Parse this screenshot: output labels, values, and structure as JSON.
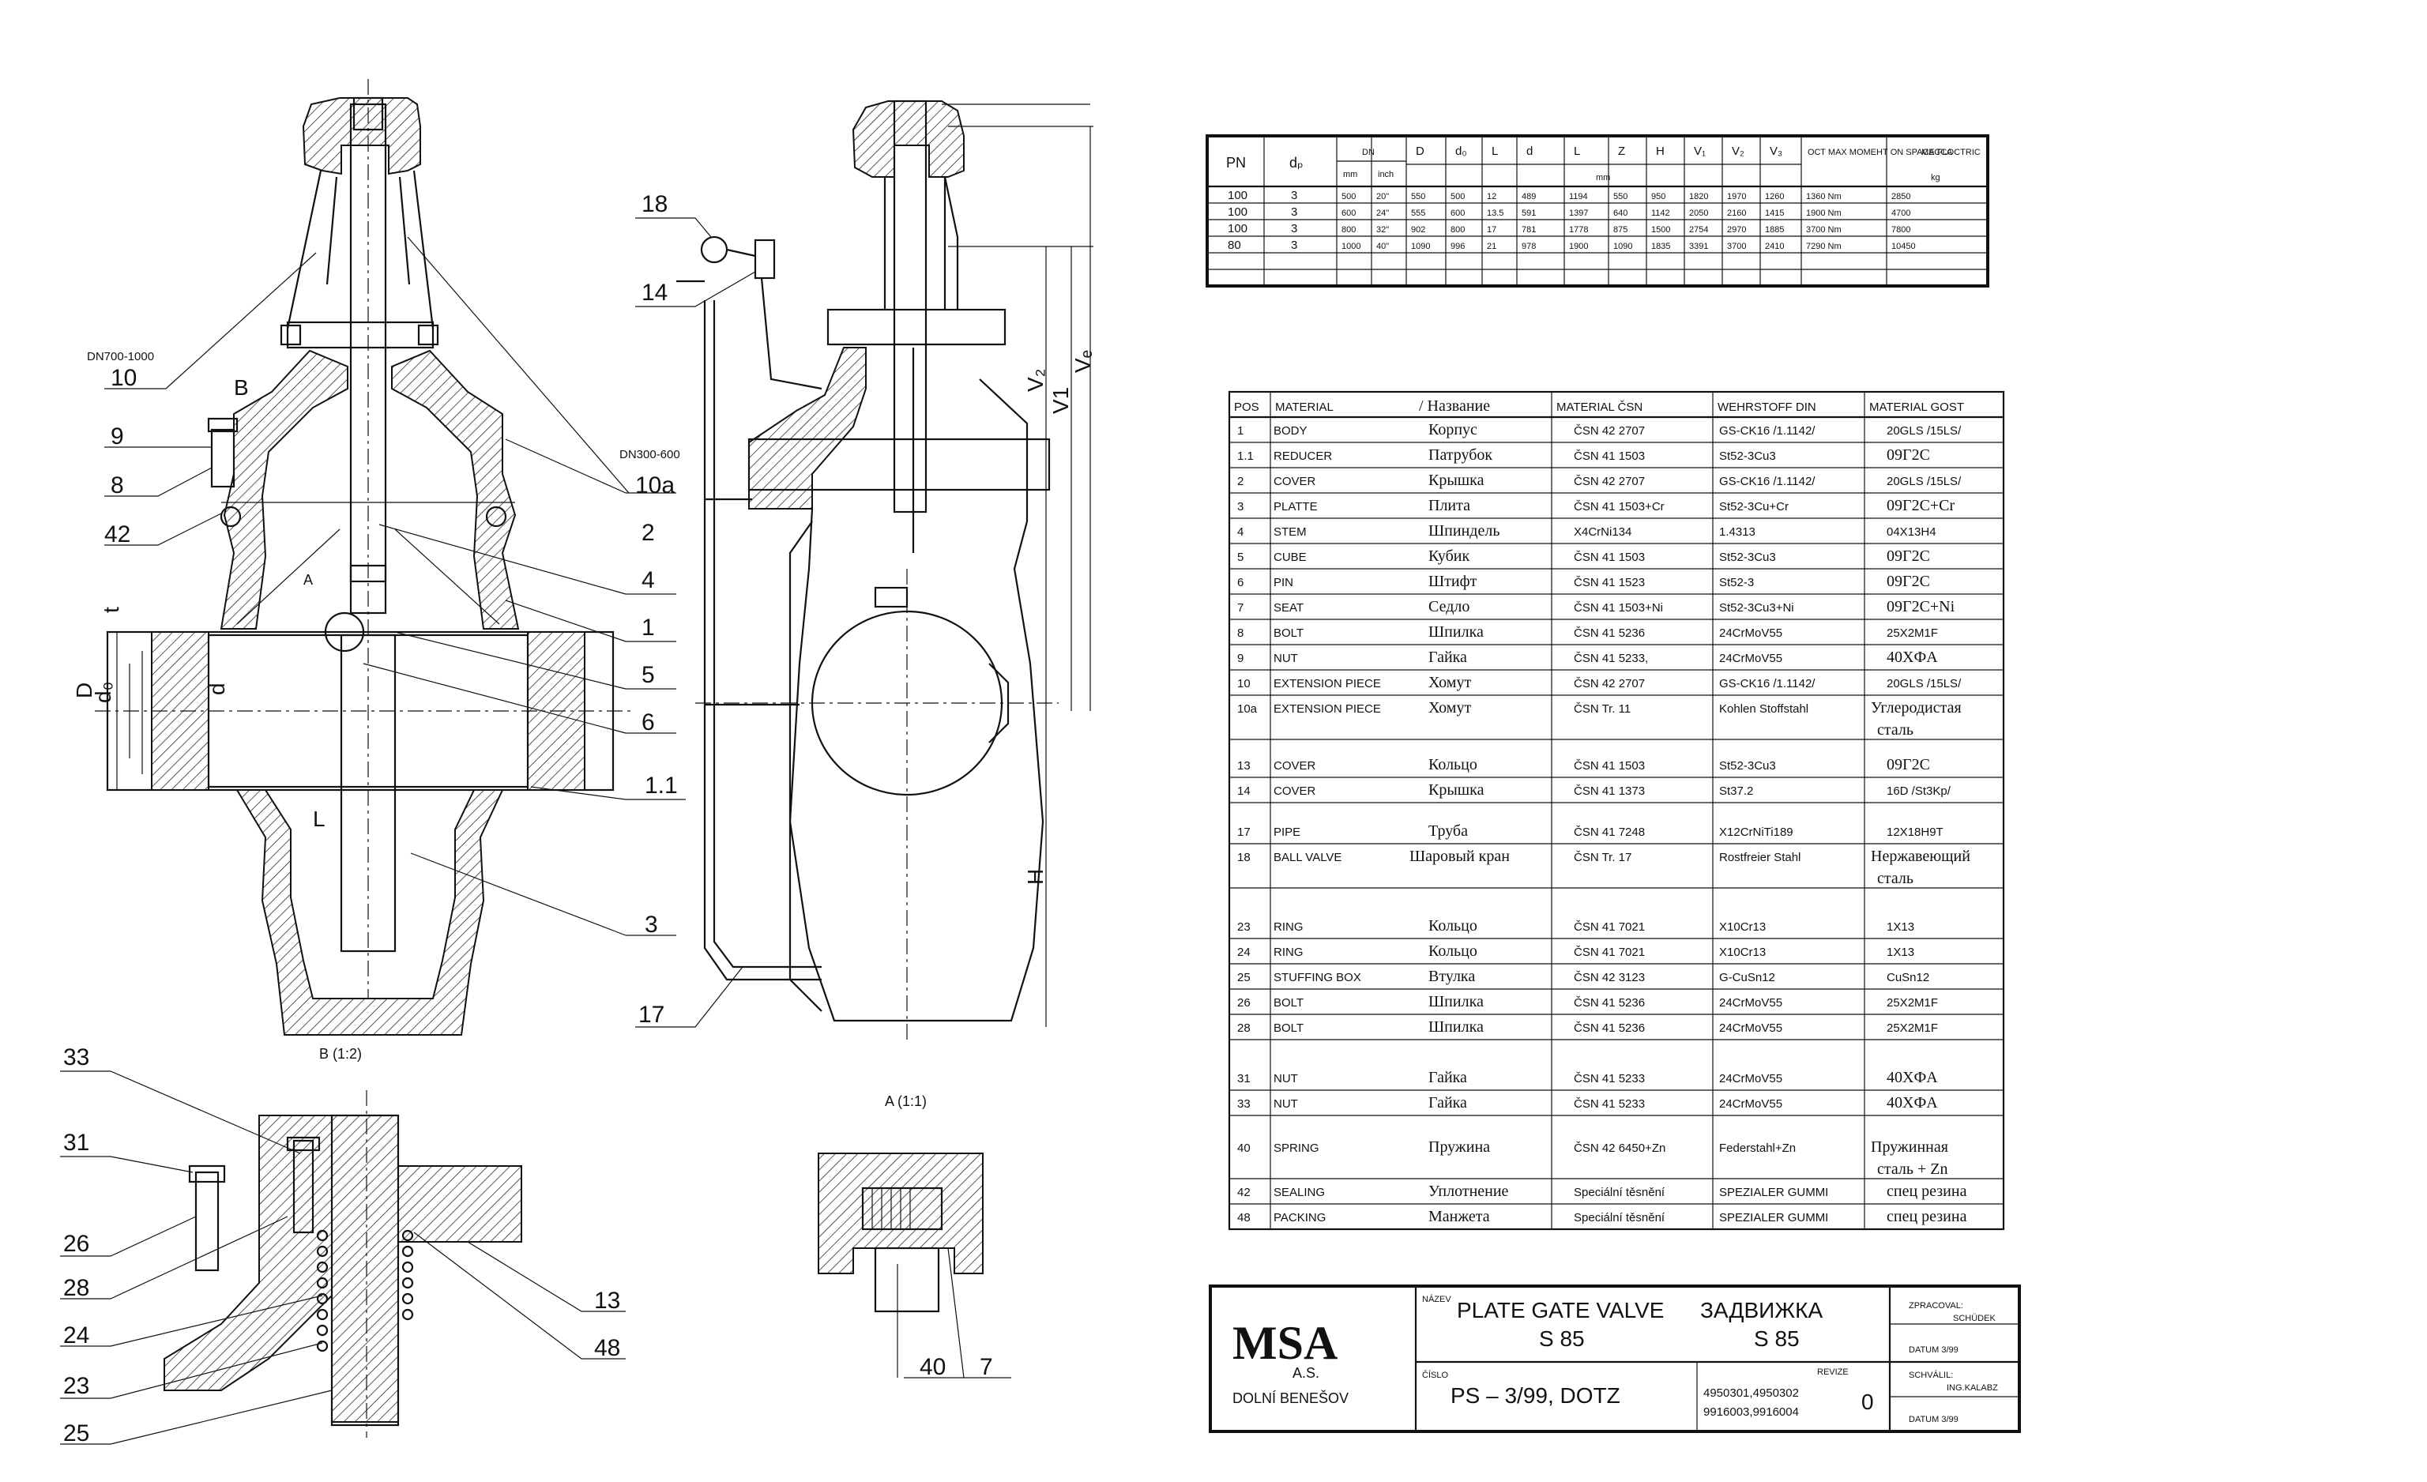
{
  "labels": {
    "dn_big": "DN700-1000",
    "dn_small": "DN300-600",
    "view_b": "B (1:2)",
    "view_a": "A (1:1)",
    "detail_b": "B",
    "detail_a": "A"
  },
  "callouts_left": [
    "10",
    "9",
    "8",
    "42",
    "2",
    "4",
    "1",
    "5",
    "6",
    "1.1",
    "3",
    "10a"
  ],
  "callouts_mid": [
    "18",
    "14",
    "17"
  ],
  "callouts_detail": [
    "33",
    "31",
    "26",
    "28",
    "24",
    "23",
    "25",
    "13",
    "48",
    "40",
    "7"
  ],
  "dims": {
    "D": "D",
    "d0": "d₀",
    "d": "d",
    "L": "L",
    "t": "t",
    "H": "H",
    "V1": "V1",
    "V2": "V₂",
    "Ve": "Vₑ"
  },
  "dim_table": {
    "head_pn": "PN",
    "head_dp": "dₚ",
    "head_dn": "DN",
    "head_mm": "mm",
    "head_inch": "inch",
    "cols": [
      "D",
      "d₀",
      "L",
      "d",
      "L",
      "Z",
      "H",
      "V₁",
      "V₂",
      "V₃"
    ],
    "units_mm": "mm",
    "torque_head": "ОСТ МАХ МОМЕНТ ON SPACE FLOCTRIC",
    "mass_head": "МАССА",
    "mass_unit": "kg",
    "rows": [
      [
        "100",
        "3",
        "500",
        "20\"",
        "550",
        "500",
        "12",
        "489",
        "1194",
        "550",
        "950",
        "1820",
        "1970",
        "1260",
        "1360 Nm",
        "2850"
      ],
      [
        "100",
        "3",
        "600",
        "24\"",
        "555",
        "600",
        "13.5",
        "591",
        "1397",
        "640",
        "1142",
        "2050",
        "2160",
        "1415",
        "1900 Nm",
        "4700"
      ],
      [
        "100",
        "3",
        "800",
        "32\"",
        "902",
        "800",
        "17",
        "781",
        "1778",
        "875",
        "1500",
        "2754",
        "2970",
        "1885",
        "3700 Nm",
        "7800"
      ],
      [
        "80",
        "3",
        "1000",
        "40\"",
        "1090",
        "996",
        "21",
        "978",
        "1900",
        "1090",
        "1835",
        "3391",
        "3700",
        "2410",
        "7290 Nm",
        "10450"
      ]
    ]
  },
  "parts_table": {
    "headers": [
      "POS",
      "MATERIAL",
      "/ Название",
      "MATERIAL ČSN",
      "WEHRSTOFF DIN",
      "MATERIAL GOST"
    ],
    "rows": [
      [
        "1",
        "BODY",
        "Корпус",
        "ČSN 42 2707",
        "GS-CK16 /1.1142/",
        "20GLS /15LS/"
      ],
      [
        "1.1",
        "REDUCER",
        "Патрубок",
        "ČSN 41 1503",
        "St52-3Cu3",
        "09Г2С"
      ],
      [
        "2",
        "COVER",
        "Крышка",
        "ČSN 42 2707",
        "GS-CK16 /1.1142/",
        "20GLS /15LS/"
      ],
      [
        "3",
        "PLATTE",
        "Плита",
        "ČSN 41 1503+Cr",
        "St52-3Cu+Cr",
        "09Г2С+Cr"
      ],
      [
        "4",
        "STEM",
        "Шпиндель",
        "X4CrNi134",
        "1.4313",
        "04X13H4"
      ],
      [
        "5",
        "CUBE",
        "Кубик",
        "ČSN 41 1503",
        "St52-3Cu3",
        "09Г2С"
      ],
      [
        "6",
        "PIN",
        "Штифт",
        "ČSN 41 1523",
        "St52-3",
        "09Г2С"
      ],
      [
        "7",
        "SEAT",
        "Седло",
        "ČSN 41 1503+Ni",
        "St52-3Cu3+Ni",
        "09Г2С+Ni"
      ],
      [
        "8",
        "BOLT",
        "Шпилка",
        "ČSN 41 5236",
        "24CrMoV55",
        "25X2M1F"
      ],
      [
        "9",
        "NUT",
        "Гайка",
        "ČSN 41 5233,",
        "24CrMoV55",
        "40XФA"
      ],
      [
        "10",
        "EXTENSION PIECE",
        "Хомут",
        "ČSN 42 2707",
        "GS-CK16 /1.1142/",
        "20GLS /15LS/"
      ],
      [
        "10a",
        "EXTENSION PIECE",
        "Хомут",
        "ČSN Tr. 11",
        "Kohlen Stoffstahl",
        "Углеродистая сталь"
      ],
      [
        "13",
        "COVER",
        "Кольцо",
        "ČSN 41 1503",
        "St52-3Cu3",
        "09Г2С"
      ],
      [
        "14",
        "COVER",
        "Крышка",
        "ČSN 41 1373",
        "St37.2",
        "16D /St3Kp/"
      ],
      [
        "17",
        "PIPE",
        "Труба",
        "ČSN 41 7248",
        "X12CrNiTi189",
        "12X18H9T"
      ],
      [
        "18",
        "BALL VALVE",
        "Шаровый кран",
        "ČSN Tr. 17",
        "Rostfreier Stahl",
        "Нержавеющий сталь"
      ],
      [
        "23",
        "RING",
        "Кольцо",
        "ČSN 41 7021",
        "X10Cr13",
        "1X13"
      ],
      [
        "24",
        "RING",
        "Кольцо",
        "ČSN 41 7021",
        "X10Cr13",
        "1X13"
      ],
      [
        "25",
        "STUFFING BOX",
        "Втулка",
        "ČSN 42 3123",
        "G-CuSn12",
        "CuSn12"
      ],
      [
        "26",
        "BOLT",
        "Шпилка",
        "ČSN 41 5236",
        "24CrMoV55",
        "25X2M1F"
      ],
      [
        "28",
        "BOLT",
        "Шпилка",
        "ČSN 41 5236",
        "24CrMoV55",
        "25X2M1F"
      ],
      [
        "31",
        "NUT",
        "Гайка",
        "ČSN 41 5233",
        "24CrMoV55",
        "40XФA"
      ],
      [
        "33",
        "NUT",
        "Гайка",
        "ČSN 41 5233",
        "24CrMoV55",
        "40XФA"
      ],
      [
        "40",
        "SPRING",
        "Пружина",
        "ČSN 42 6450+Zn",
        "Federstahl+Zn",
        "Пружинная сталь + Zn"
      ],
      [
        "42",
        "SEALING",
        "Уплотнение",
        "Speciální těsnění",
        "SPEZIALER GUMMI",
        "спец резина"
      ],
      [
        "48",
        "PACKING",
        "Манжета",
        "Speciální těsnění",
        "SPEZIALER GUMMI",
        "спец резина"
      ]
    ]
  },
  "title_block": {
    "logo": "MSA",
    "company1": "A.S.",
    "company2": "DOLNÍ BENEŠOV",
    "name_label": "NÁZEV",
    "title_en": "PLATE GATE VALVE",
    "title_ru": "ЗАДВИЖКА",
    "model_en": "S 85",
    "model_ru": "S 85",
    "number_label": "ČÍSLO",
    "doc_no": "PS – 3/99,  DOTZ",
    "revize_label": "REVIZE",
    "codes1": "4950301,4950302",
    "codes2": "9916003,9916004",
    "revision": "0",
    "zpracoval_label": "ZPRACOVAL:",
    "zpracoval": "SCHÜDEK",
    "datum1": "DATUM 3/99",
    "schvalil_label": "SCHVÁLIL:",
    "schvalil": "ING.KALABZ",
    "datum2": "DATUM 3/99"
  }
}
